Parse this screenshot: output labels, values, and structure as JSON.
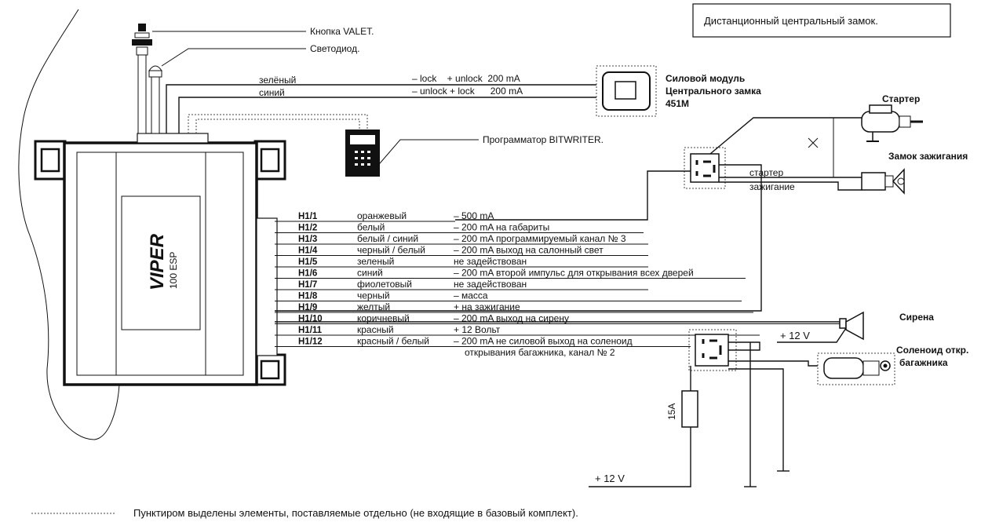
{
  "title": "Дистанционный центральный замок.",
  "device": {
    "brand": "VIPER",
    "model": "100 ESP"
  },
  "top_labels": {
    "valet_button": "Кнопка VALET.",
    "led": "Светодиод.",
    "programmer": "Программатор BITWRITER."
  },
  "central_lock": {
    "wire_green": {
      "color": "зелёный",
      "func": "– lock    + unlock  200 mA"
    },
    "wire_blue": {
      "color": "синий",
      "func": "– unlock + lock      200 mA"
    },
    "module_label": [
      "Силовой модуль",
      "Центрального замка",
      "451M"
    ]
  },
  "right_labels": {
    "starter": "Стартер",
    "ignition_lock": "Замок зажигания",
    "starter_wire": "стартер",
    "ignition_wire": "зажигание",
    "siren": "Сирена",
    "plus12_siren": "+ 12 V",
    "solenoid": [
      "Соленоид откр.",
      "багажника"
    ],
    "fuse": "15A",
    "plus12_bottom": "+ 12 V"
  },
  "pins": [
    {
      "pin": "H1/1",
      "color": "оранжевый",
      "desc": "– 500 mA"
    },
    {
      "pin": "H1/2",
      "color": "белый",
      "desc": "– 200 mA на габариты"
    },
    {
      "pin": "H1/3",
      "color": "белый / синий",
      "desc": "– 200 mA программируемый канал № 3"
    },
    {
      "pin": "H1/4",
      "color": "черный / белый",
      "desc": "– 200 mA выход на салонный свет"
    },
    {
      "pin": "H1/5",
      "color": "зеленый",
      "desc": "не задействован"
    },
    {
      "pin": "H1/6",
      "color": "синий",
      "desc": "– 200 mA второй импульс для открывания всех дверей"
    },
    {
      "pin": "H1/7",
      "color": "фиолетовый",
      "desc": "не задействован"
    },
    {
      "pin": "H1/8",
      "color": "черный",
      "desc": "– масса"
    },
    {
      "pin": "H1/9",
      "color": "желтый",
      "desc": "+ на зажигание"
    },
    {
      "pin": "H1/10",
      "color": "коричневый",
      "desc": "– 200 mA выход на сирену"
    },
    {
      "pin": "H1/11",
      "color": "красный",
      "desc": "+ 12 Вольт"
    },
    {
      "pin": "H1/12",
      "color": "красный / белый",
      "desc": "– 200 mA не силовой выход на соленоид"
    }
  ],
  "pin12_extra": "открывания багажника, канал № 2",
  "footer": "Пунктиром выделены элементы, поставляемые отдельно (не входящие в базовый комплект)."
}
